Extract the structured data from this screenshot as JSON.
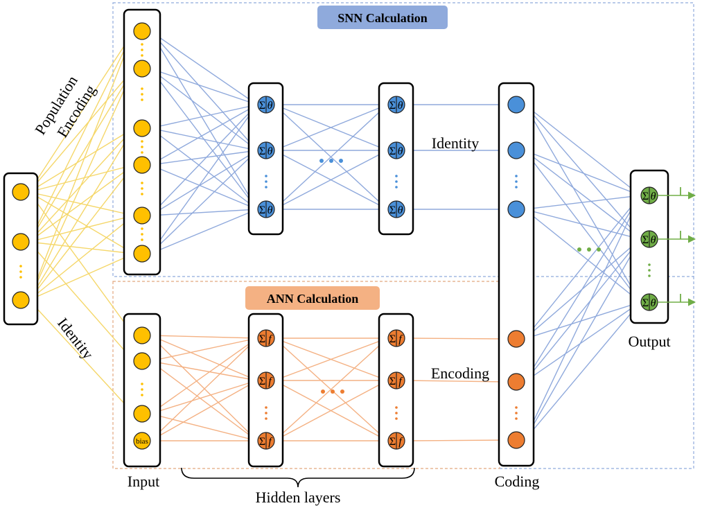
{
  "title_snn": "SNN Calculation",
  "title_ann": "ANN Calculation",
  "label_population_encoding_1": "Population",
  "label_population_encoding_2": "Encoding",
  "label_identity_left": "Identity",
  "label_identity_mid": "Identity",
  "label_encoding_mid": "Encoding",
  "label_input": "Input",
  "label_hidden_layers": "Hidden layers",
  "label_coding": "Coding",
  "label_output": "Output",
  "bias_label": "bias",
  "snn_neuron_symbol_sigma": "Σ",
  "snn_neuron_symbol_theta": "θ",
  "ann_neuron_symbol_sigma": "Σ",
  "ann_neuron_symbol_f": "f",
  "vertical_ellipsis": "⋮",
  "colors": {
    "yellow_node": "#FFC000",
    "yellow_edge": "#F5D76A",
    "blue_node": "#4A90D9",
    "blue_edge": "#8FA9DC",
    "orange_node": "#ED7D31",
    "orange_edge": "#F4B183",
    "green_node": "#70AD47",
    "snn_box_fill": "#8FAADC",
    "ann_box_fill": "#F4B183",
    "snn_region_border": "#8FAADC",
    "ann_region_border": "#E2A77E"
  }
}
